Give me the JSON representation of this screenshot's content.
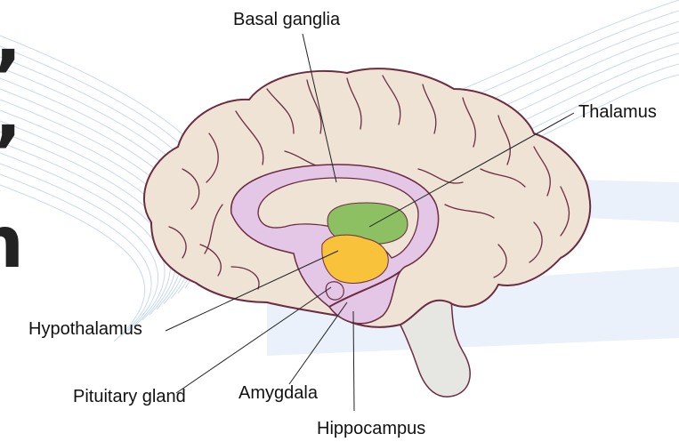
{
  "diagram": {
    "labels": {
      "basal_ganglia": "Basal ganglia",
      "thalamus": "Thalamus",
      "hypothalamus": "Hypothalamus",
      "pituitary_gland": "Pituitary gland",
      "amygdala": "Amygdala",
      "hippocampus": "Hippocampus"
    },
    "left_edge_glyphs": [
      ",",
      ",",
      "n"
    ],
    "colors": {
      "cortex": "#efe3d6",
      "outline": "#6b2c40",
      "limbic_ring": "#e4c6e6",
      "thalamus": "#8cc063",
      "hypothalamus": "#f8c23b",
      "brainstem": "#e6e6e2",
      "background_lines": "#c9d9ee",
      "background_band": "#eaf1fa"
    }
  }
}
